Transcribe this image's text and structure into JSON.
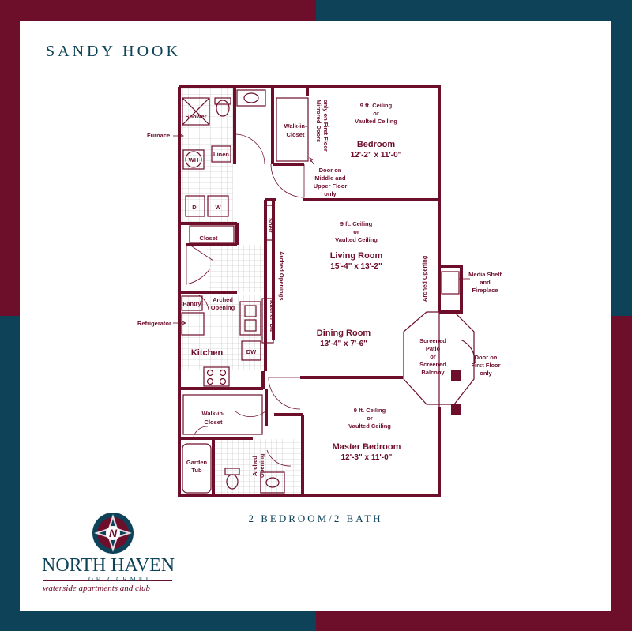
{
  "colors": {
    "maroon": "#6d0e2a",
    "navy": "#0d4258",
    "panel": "#ffffff",
    "tile_line": "#b9b9b9"
  },
  "header": {
    "title": "SANDY HOOK"
  },
  "footer": {
    "subtitle": "2 BEDROOM/2 BATH"
  },
  "logo": {
    "icon": "compass-star-icon",
    "monogram": "N",
    "name": "NORTH HAVEN",
    "sub": "OF CARMEL",
    "tagline": "waterside apartments and club"
  },
  "plan": {
    "shower": "Shower",
    "furnace": "Furnace",
    "wh": "WH",
    "linen": "Linen",
    "dryer": "D",
    "washer": "W",
    "closet": "Closet",
    "pantry": "Pantry",
    "refrigerator": "Refrigerator",
    "kitchen": "Kitchen",
    "dw": "DW",
    "kitchen_bar": "Kitchen Bar",
    "arched_opening_kitchen": [
      "Arched",
      "Opening"
    ],
    "walkin_closet_1": [
      "Walk-in-",
      "Closet"
    ],
    "mirrored_doors": [
      "Mirrored Doors",
      "only on First Floor"
    ],
    "door_middle_upper": [
      "Door on",
      "Middle and",
      "Upper Floor",
      "only"
    ],
    "ceiling_note": [
      "9 ft. Ceiling",
      "or",
      "Vaulted Ceiling"
    ],
    "bedroom": {
      "name": "Bedroom",
      "size": "12'-2\" x 11'-0\""
    },
    "shelf": "Shelf",
    "arched_openings": "Arched Openings",
    "living_room": {
      "name": "Living Room",
      "size": "15'-4\" x 13'-2\""
    },
    "dining_room": {
      "name": "Dining Room",
      "size": "13'-4\" x 7'-6\""
    },
    "arched_opening_media": "Arched Opening",
    "media_shelf": [
      "Media Shelf",
      "and",
      "Fireplace"
    ],
    "screened_patio": [
      "Screened",
      "Patio",
      "or",
      "Screened",
      "Balcony"
    ],
    "door_first_floor": [
      "Door on",
      "First Floor",
      "only"
    ],
    "walkin_closet_2": [
      "Walk-in-",
      "Closet"
    ],
    "garden_tub": [
      "Garden",
      "Tub"
    ],
    "arched_opening_bath": [
      "Arched",
      "Opening"
    ],
    "master_bedroom": {
      "name": "Master Bedroom",
      "size": "12'-3\" x 11'-0\""
    }
  }
}
